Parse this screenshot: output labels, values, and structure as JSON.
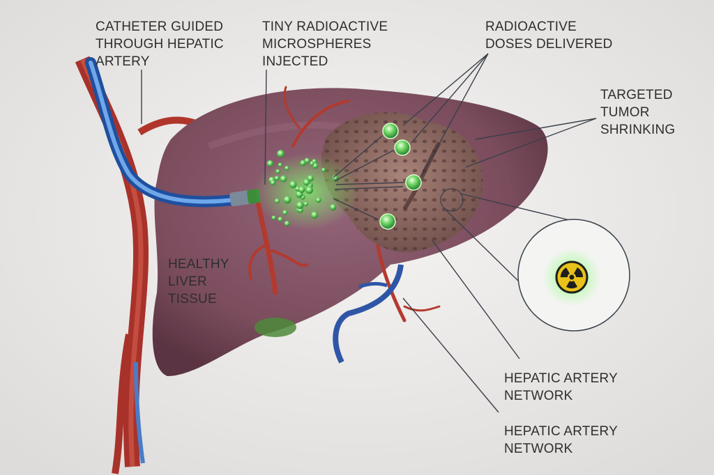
{
  "labels": {
    "catheter": [
      "CATHETER GUIDED",
      "THROUGH HEPATIC",
      "ARTERY"
    ],
    "microspheres": [
      "TINY RADIOACTIVE",
      "MICROSPHERES",
      "INJECTED"
    ],
    "doses": [
      "RADIOACTIVE",
      "DOSES DELIVERED"
    ],
    "tumor": [
      "TARGETED",
      "TUMOR",
      "SHRINKING"
    ],
    "healthy": [
      "HEALTHY",
      "LIVER",
      "TISSUE"
    ],
    "artery_network_1": [
      "HEPATIC ARTERY",
      "NETWORK"
    ],
    "artery_network_2": [
      "HEPATIC ARTERY",
      "NETWORK"
    ]
  },
  "colors": {
    "background": "#ecebe9",
    "liver": "#7e5160",
    "tumor": "#8a6a62",
    "artery": "#b0362c",
    "vein": "#3559a8",
    "catheter": "#3f7fd0",
    "microsphere": "#5ed65a",
    "radiation_symbol": "#e8c21a"
  },
  "icons": [
    "radiation-icon"
  ]
}
